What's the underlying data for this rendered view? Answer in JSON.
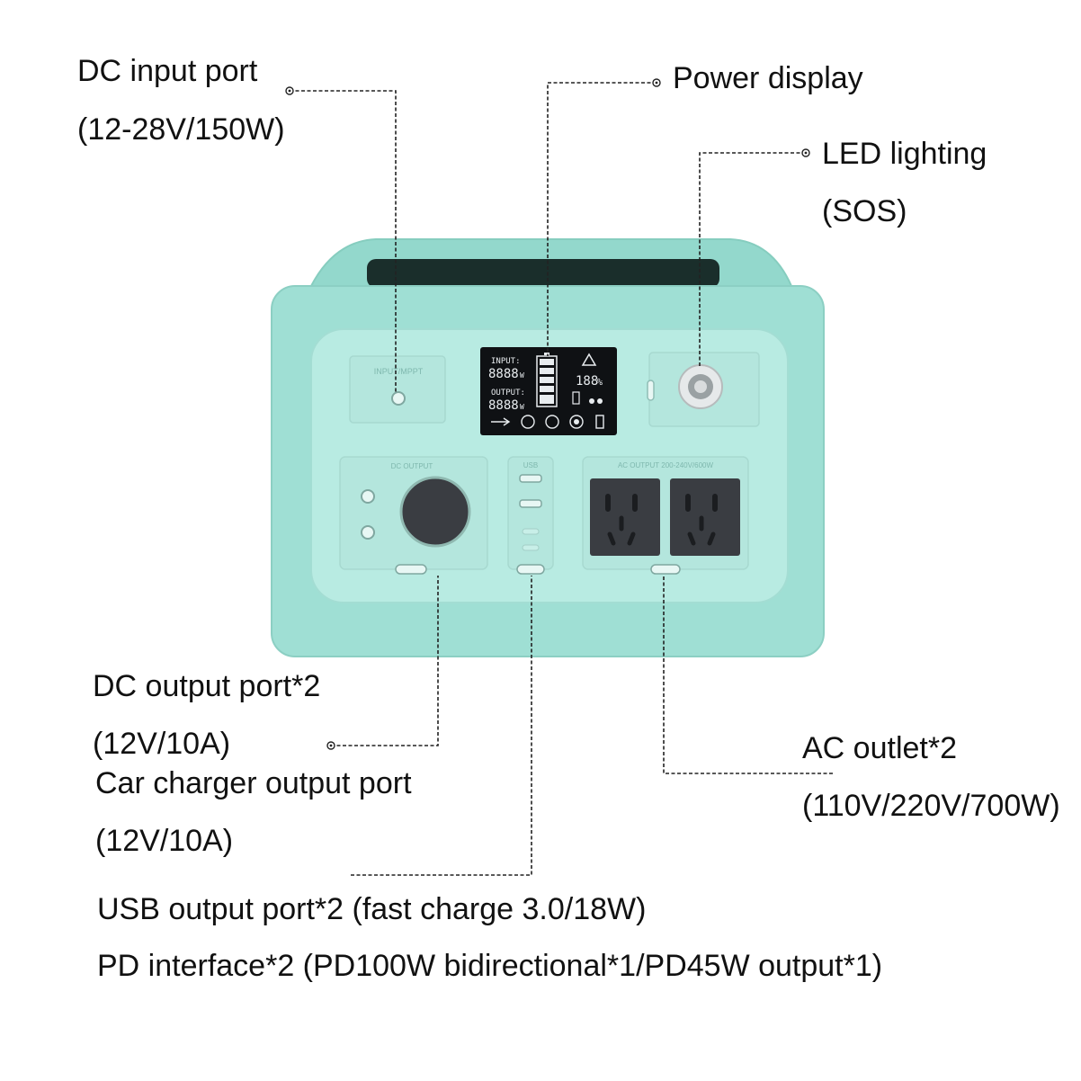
{
  "callouts": {
    "dc_input": {
      "title": "DC input port",
      "detail": "(12-28V/150W)"
    },
    "power_display": {
      "title": "Power display"
    },
    "led_lighting": {
      "title": "LED lighting",
      "detail": "(SOS)"
    },
    "dc_output": {
      "title": "DC output port*2",
      "detail": "(12V/10A)"
    },
    "car_charger": {
      "title": "Car charger output port",
      "detail": "(12V/10A)"
    },
    "ac_outlet": {
      "title": "AC outlet*2",
      "detail": "(110V/220V/700W)"
    },
    "usb_output": {
      "title": "USB output port*2 (fast charge 3.0/18W)"
    },
    "pd_interface": {
      "title": "PD interface*2 (PD100W bidirectional*1/PD45W output*1)"
    }
  },
  "device": {
    "body_color": "#9fdfd4",
    "panel_color": "#b8ebe2",
    "dc_input_panel_label": "INPUT/MPPT",
    "dc_output_panel_label": "DC OUTPUT",
    "usb_panel_label": "USB",
    "ac_panel_label": "AC OUTPUT 200-240V/600W",
    "display": {
      "input_label": "INPUT:",
      "input_value": "8888",
      "output_label": "OUTPUT:",
      "output_value": "8888",
      "unit": "W",
      "percent_value": "188",
      "percent_unit": "%"
    }
  },
  "colors": {
    "line": "#222222",
    "text": "#111111",
    "lcd": "#0f1114",
    "socket": "#3a3d42"
  }
}
